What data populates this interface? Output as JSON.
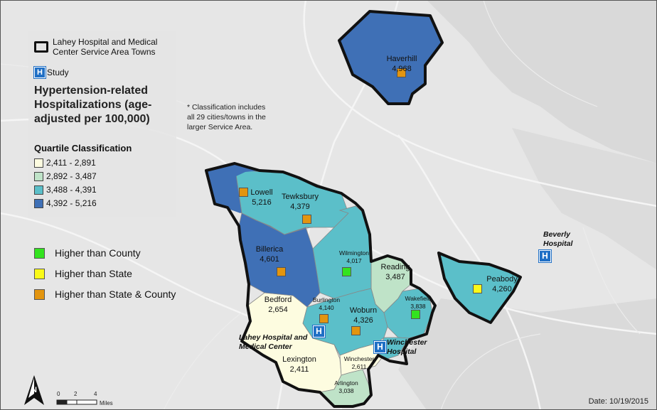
{
  "legend": {
    "service_area_label": "Lahey Hospital and Medical Center Service Area Towns",
    "study_label": "Study",
    "title": "Hypertension-related Hospitalizations (age-adjusted per 100,000)",
    "quartile_title": "Quartile Classification",
    "quartiles": [
      {
        "label": "2,411 - 2,891",
        "color": "#fdfce0"
      },
      {
        "label": "2,892 - 3,487",
        "color": "#bfe3c8"
      },
      {
        "label": "3,488 - 4,391",
        "color": "#5bbfc9"
      },
      {
        "label": "4,392 - 5,216",
        "color": "#3f70b6"
      }
    ],
    "markers": [
      {
        "label": "Higher than County",
        "color": "#33e31f"
      },
      {
        "label": "Higher than State",
        "color": "#fafa18"
      },
      {
        "label": "Higher than State & County",
        "color": "#e3950f"
      }
    ]
  },
  "note": "* Classification includes all 29 cities/towns in the larger Service Area.",
  "towns": [
    {
      "name": "Haverhill",
      "value": "4,968",
      "marker": "Higher than State & County"
    },
    {
      "name": "Lowell",
      "value": "5,216",
      "marker": "Higher than State & County"
    },
    {
      "name": "Tewksbury",
      "value": "4,379",
      "marker": "Higher than State & County"
    },
    {
      "name": "Billerica",
      "value": "4,601",
      "marker": "Higher than State & County"
    },
    {
      "name": "Wilmington",
      "value": "4,017",
      "marker": "Higher than County"
    },
    {
      "name": "Reading",
      "value": "3,487",
      "marker": ""
    },
    {
      "name": "Peabody",
      "value": "4,260",
      "marker": "Higher than State"
    },
    {
      "name": "Bedford",
      "value": "2,654",
      "marker": ""
    },
    {
      "name": "Burlington",
      "value": "4,140",
      "marker": "Higher than State & County"
    },
    {
      "name": "Woburn",
      "value": "4,326",
      "marker": "Higher than State & County"
    },
    {
      "name": "Wakefield",
      "value": "3,838",
      "marker": "Higher than County"
    },
    {
      "name": "Lexington",
      "value": "2,411",
      "marker": ""
    },
    {
      "name": "Winchester",
      "value": "2,611",
      "marker": ""
    },
    {
      "name": "Arlington",
      "value": "3,038",
      "marker": ""
    }
  ],
  "hospitals": {
    "lahey": "Lahey Hospital and Medical Center",
    "beverly": "Beverly Hospital",
    "winchester": "Winchester Hospital"
  },
  "scale": {
    "ticks": [
      "0",
      "2",
      "4"
    ],
    "unit": "Miles"
  },
  "date": "Date: 10/19/2015"
}
